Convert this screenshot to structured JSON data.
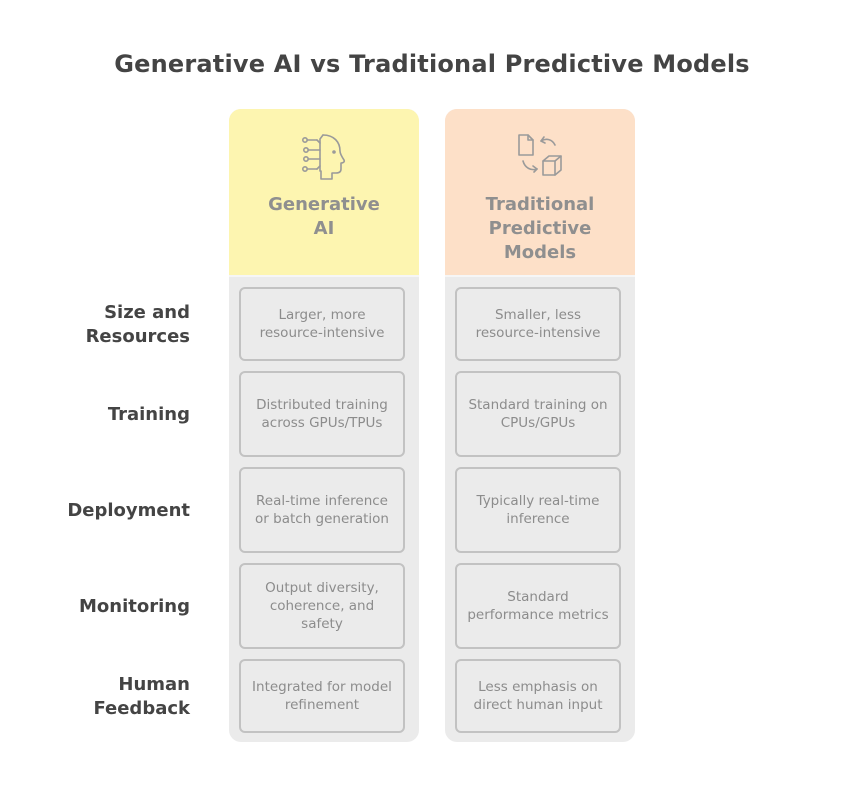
{
  "title": "Generative AI vs Traditional Predictive Models",
  "columns": [
    {
      "icon": "brain-head-icon",
      "title_lines": [
        "Generative",
        "AI"
      ],
      "cells": [
        "Larger, more resource-intensive",
        "Distributed training across GPUs/TPUs",
        "Real-time inference or batch generation",
        "Output diversity, coherence, and safety",
        "Integrated for model refinement"
      ]
    },
    {
      "icon": "transform-document-cube-icon",
      "title_lines": [
        "Traditional",
        "Predictive",
        "Models"
      ],
      "cells": [
        "Smaller, less resource-intensive",
        "Standard training on CPUs/GPUs",
        "Typically real-time inference",
        "Standard performance metrics",
        "Less emphasis on direct human input"
      ]
    }
  ],
  "rows": [
    {
      "label_lines": [
        "Size and",
        "Resources"
      ]
    },
    {
      "label_lines": [
        "Training"
      ]
    },
    {
      "label_lines": [
        "Deployment"
      ]
    },
    {
      "label_lines": [
        "Monitoring"
      ]
    },
    {
      "label_lines": [
        "Human",
        "Feedback"
      ]
    }
  ],
  "colors": {
    "generative_header": "#fdf5b0",
    "traditional_header": "#fde0c8",
    "column_body": "#ebebeb"
  }
}
